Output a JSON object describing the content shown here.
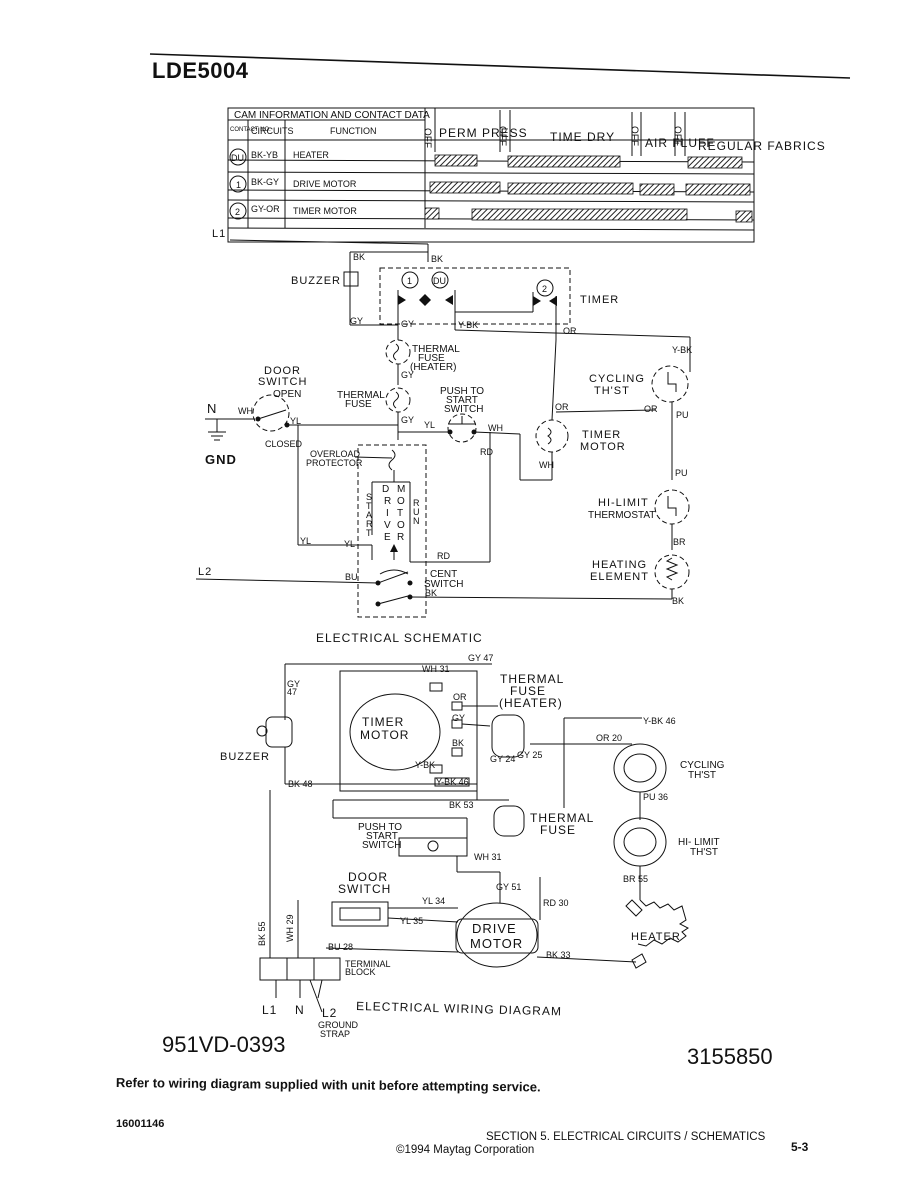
{
  "header": {
    "model": "LDE5004"
  },
  "cam_table": {
    "title": "CAM INFORMATION AND CONTACT DATA",
    "col_contact": "CONTACT NO.",
    "col_circuits": "CIRCUITS",
    "col_function": "FUNCTION",
    "off_label": "OFF",
    "cycles": [
      "PERM PRESS",
      "TIME DRY",
      "AIR FLUFF",
      "REGULAR FABRICS"
    ],
    "rows": [
      {
        "contact": "DU",
        "circuit": "BK-YB",
        "function": "HEATER"
      },
      {
        "contact": "1",
        "circuit": "BK-GY",
        "function": "DRIVE MOTOR"
      },
      {
        "contact": "2",
        "circuit": "GY-OR",
        "function": "TIMER MOTOR"
      }
    ]
  },
  "schematic": {
    "title": "ELECTRICAL SCHEMATIC",
    "lines": {
      "l1": "L1",
      "l2": "L2",
      "n": "N",
      "gnd": "GND"
    },
    "components": {
      "buzzer": "BUZZER",
      "timer": "TIMER",
      "thermal_fuse_heater": [
        "THERMAL",
        "FUSE",
        "(HEATER)"
      ],
      "door_switch": [
        "DOOR",
        "SWITCH"
      ],
      "door_open": "OPEN",
      "door_closed": "CLOSED",
      "thermal_fuse": [
        "THERMAL",
        "FUSE"
      ],
      "push_to_start": [
        "PUSH TO",
        "START",
        "SWITCH"
      ],
      "cycling_thermostat": [
        "CYCLING",
        "TH'ST"
      ],
      "timer_motor": [
        "TIMER",
        "MOTOR"
      ],
      "overload": [
        "OVERLOAD",
        "PROTECTOR"
      ],
      "hi_limit": [
        "HI-LIMIT",
        "THERMOSTAT"
      ],
      "heating_element": [
        "HEATING",
        "ELEMENT"
      ],
      "cent_switch": [
        "CENT",
        "SWITCH"
      ],
      "drive_motor_letters": [
        "D",
        "R",
        "I",
        "V",
        "E",
        "M",
        "O",
        "T",
        "O",
        "R"
      ],
      "start_letters": [
        "S",
        "T",
        "A",
        "R",
        "T"
      ],
      "run_letters": [
        "R",
        "U",
        "N"
      ]
    },
    "wire_labels": [
      "BK",
      "BK",
      "GY",
      "GY",
      "Y-BK",
      "OR",
      "Y-BK",
      "GY",
      "WH",
      "YL",
      "GY",
      "YL",
      "WH",
      "OR",
      "OR",
      "PU",
      "RD",
      "WH",
      "PU",
      "YL",
      "YL",
      "RD",
      "BR",
      "BU",
      "BK",
      "BK"
    ]
  },
  "wiring": {
    "title": "ELECTRICAL WIRING DIAGRAM",
    "components": {
      "timer_motor": [
        "TIMER",
        "MOTOR"
      ],
      "thermal_fuse_heater": [
        "THERMAL",
        "FUSE",
        "(HEATER)"
      ],
      "buzzer": "BUZZER",
      "cycling": [
        "CYCLING",
        "TH'ST"
      ],
      "thermal_fuse": [
        "THERMAL",
        "FUSE"
      ],
      "push_to_start": [
        "PUSH TO",
        "START",
        "SWITCH"
      ],
      "hi_limit": [
        "HI- LIMIT",
        "TH'ST"
      ],
      "door_switch": [
        "DOOR",
        "SWITCH"
      ],
      "drive_motor": [
        "DRIVE",
        "MOTOR"
      ],
      "heater": "HEATER",
      "terminal_block": [
        "TERMINAL",
        "BLOCK"
      ],
      "ground_strap": [
        "GROUND",
        "STRAP"
      ],
      "l1": "L1",
      "n": "N",
      "l2": "L2"
    },
    "wire_labels": [
      "GY 47",
      "WH 31",
      "GY 47",
      "OR",
      "GY",
      "BK",
      "Y-BK",
      "Y-BK 46",
      "Y-BK 46",
      "OR 20",
      "GY 24",
      "GY 25",
      "BK 48",
      "BK 53",
      "PU 36",
      "WH 31",
      "GY 51",
      "BR 55",
      "RD 30",
      "YL 34",
      "YL 35",
      "BK 55",
      "WH 29",
      "BU 28",
      "BK 33"
    ]
  },
  "footer": {
    "part_left": "951VD-0393",
    "part_right": "3155850",
    "note": "Refer to wiring diagram supplied with unit before attempting service.",
    "doc_number": "16001146",
    "section": "SECTION 5.  ELECTRICAL CIRCUITS / SCHEMATICS",
    "copyright": "©1994 Maytag Corporation",
    "page": "5-3"
  }
}
